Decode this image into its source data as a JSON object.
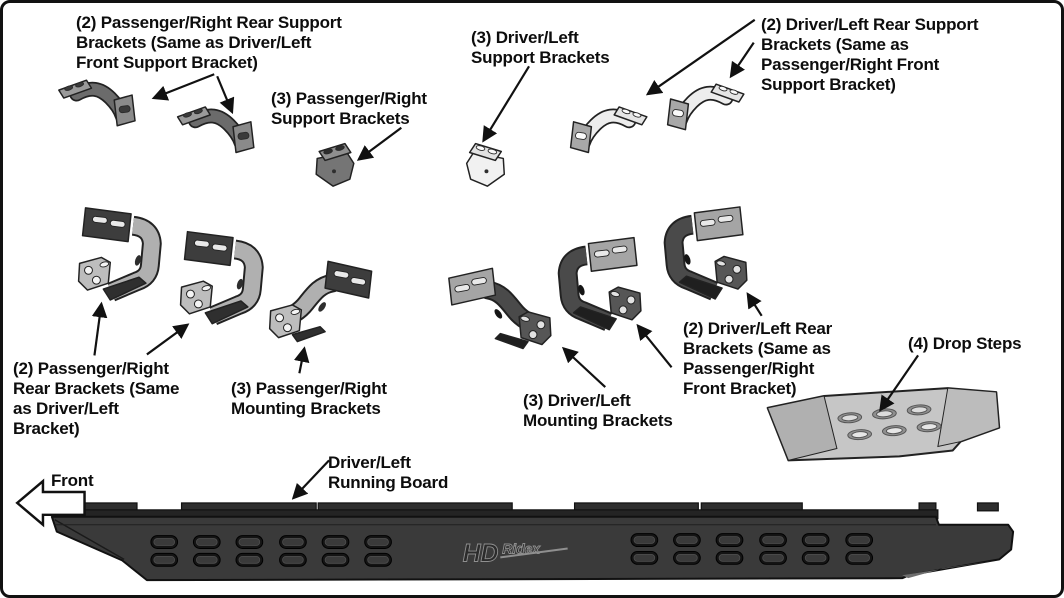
{
  "labels": {
    "passenger_rear_support": "(2) Passenger/Right Rear Support\nBrackets (Same as Driver/Left\nFront Support Bracket)",
    "passenger_support": "(3) Passenger/Right\nSupport Brackets",
    "driver_support": "(3) Driver/Left\nSupport Brackets",
    "driver_rear_support": "(2) Driver/Left Rear Support\nBrackets (Same as\nPassenger/Right Front\nSupport Bracket)",
    "passenger_rear": "(2) Passenger/Right\nRear Brackets (Same\nas Driver/Left\nBracket)",
    "passenger_mounting": "(3) Passenger/Right\nMounting Brackets",
    "driver_mounting": "(3) Driver/Left\nMounting Brackets",
    "driver_rear": "(2) Driver/Left Rear\nBrackets (Same as\nPassenger/Right\nFront Bracket)",
    "drop_steps": "(4) Drop Steps",
    "front": "Front",
    "running_board": "Driver/Left\nRunning Board"
  },
  "logo": {
    "hd": "HD",
    "ridex": "Ridex"
  },
  "colors": {
    "ink": "#111111",
    "background": "#ffffff",
    "board": "#3a3a3a",
    "light_part": "#eeeeee",
    "mid_part": "#ababab",
    "dark_part": "#4f4f4f"
  }
}
